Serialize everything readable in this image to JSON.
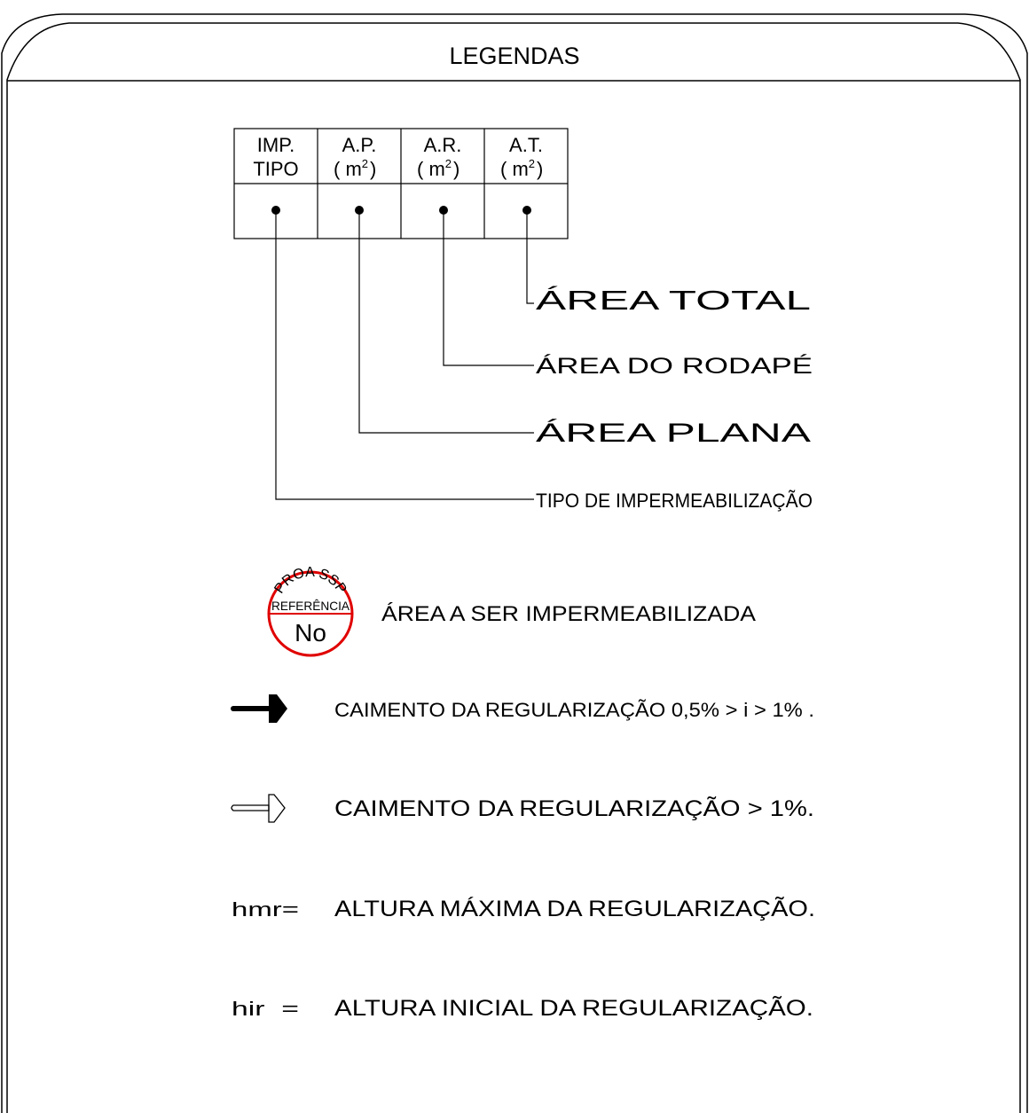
{
  "title": "LEGENDAS",
  "table": {
    "headers": [
      {
        "line1": "IMP.",
        "line2": "TIPO",
        "unit": false
      },
      {
        "line1": "A.P.",
        "line2": "( m",
        "unit": true
      },
      {
        "line1": "A.R.",
        "line2": "( m",
        "unit": true
      },
      {
        "line1": "A.T.",
        "line2": "( m",
        "unit": true
      }
    ],
    "unit_exp": "2",
    "unit_close": ")"
  },
  "callouts": {
    "area_total": "ÁREA TOTAL",
    "area_rodape": "ÁREA DO RODAPÉ",
    "area_plana": "ÁREA PLANA",
    "tipo_imp": "TIPO DE IMPERMEABILIZAÇÃO"
  },
  "stamp": {
    "arc_text": "PROA SSP",
    "ref_text": "REFERÊNCIA",
    "no_text": "No",
    "color": "#e00000"
  },
  "legend": {
    "impermeabilizada": "ÁREA A SER IMPERMEABILIZADA",
    "caimento_1": "CAIMENTO DA REGULARIZAÇÃO 0,5% > i > 1% .",
    "caimento_2": "CAIMENTO DA REGULARIZAÇÃO > 1%.",
    "hmr_symbol": "hmr=",
    "hmr_text": "ALTURA MÁXIMA DA REGULARIZAÇÃO.",
    "hir_symbol": "hir  =",
    "hir_text": "ALTURA INICIAL DA REGULARIZAÇÃO."
  }
}
